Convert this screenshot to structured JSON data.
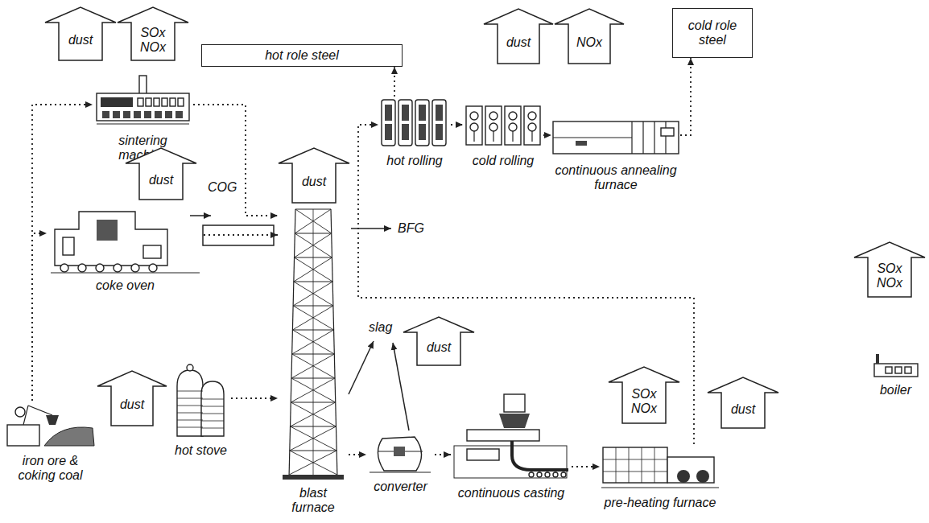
{
  "diagram": {
    "nodes": [
      {
        "text": [
          "dust"
        ]
      },
      {
        "text": [
          "SOx NOx"
        ]
      },
      {
        "text": [
          "hot role steel"
        ]
      },
      {
        "text": [
          "dust"
        ]
      },
      {
        "text": [
          "NOx"
        ]
      },
      {
        "text": [
          "cold role steel"
        ]
      },
      {
        "text": [
          "sintering machine"
        ]
      },
      {
        "text": [
          "hot rolling"
        ]
      },
      {
        "text": [
          "cold rolling"
        ]
      },
      {
        "text": [
          "continuous annealing furnace"
        ]
      },
      {
        "text": [
          "dust"
        ]
      },
      {
        "text": [
          "dust"
        ]
      },
      {
        "text": [
          "SOx NOx"
        ]
      },
      {
        "text": [
          "coke oven"
        ]
      },
      {
        "text": [
          "blast furnace"
        ]
      },
      {
        "text": [
          "dust"
        ]
      },
      {
        "text": [
          "SOx NOx"
        ]
      },
      {
        "text": [
          "dust"
        ]
      },
      {
        "text": [
          "boiler"
        ]
      },
      {
        "text": [
          "dust"
        ]
      },
      {
        "text": [
          "iron ore & coking coal"
        ]
      },
      {
        "text": [
          "hot stove"
        ]
      },
      {
        "text": [
          "converter"
        ]
      },
      {
        "text": [
          "continuous casting"
        ]
      },
      {
        "text": [
          "pre-heating furnace"
        ]
      }
    ],
    "edges": [
      {
        "from": 20,
        "to": 6,
        "arrow": "to"
      },
      {
        "from": 20,
        "to": 13,
        "arrow": "to"
      },
      {
        "from": 6,
        "to": 14,
        "arrow": "to"
      },
      {
        "from": 13,
        "to": 14,
        "arrow": "to"
      },
      {
        "from": 21,
        "to": 14,
        "arrow": "to"
      },
      {
        "from": 14,
        "to": 22,
        "arrow": "to"
      },
      {
        "from": 22,
        "to": 23,
        "arrow": "to"
      },
      {
        "from": 23,
        "to": 24,
        "arrow": "to"
      },
      {
        "from": 24,
        "to": 7,
        "arrow": "to"
      },
      {
        "from": 7,
        "to": 2,
        "arrow": "to"
      },
      {
        "from": 7,
        "to": 8,
        "arrow": "to"
      },
      {
        "from": 8,
        "to": 9,
        "arrow": "to"
      },
      {
        "from": 9,
        "to": 5,
        "arrow": "to"
      }
    ],
    "labels": [
      "COG",
      "BFG",
      "slag"
    ]
  }
}
